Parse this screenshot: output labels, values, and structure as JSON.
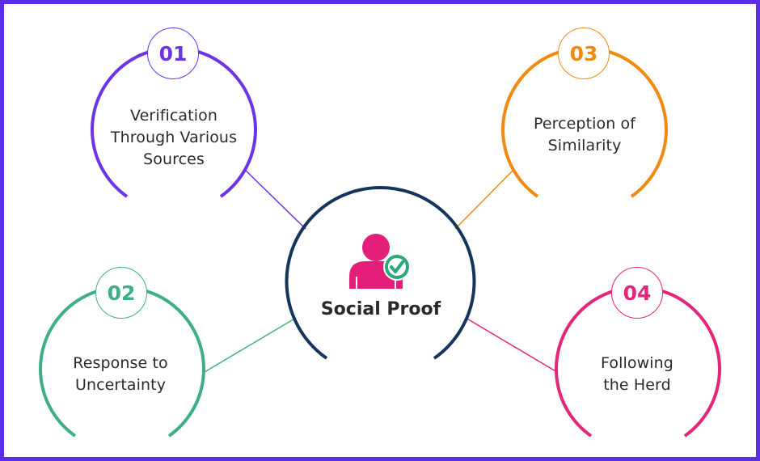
{
  "center": {
    "title": "Social Proof",
    "icon": "user-check-icon",
    "ring_color": "#14355c",
    "icon_color": "#e31f79",
    "check_color": "#2fa77a"
  },
  "items": [
    {
      "number": "01",
      "label": "Verification Through Various Sources",
      "color": "#6b34e4"
    },
    {
      "number": "02",
      "label": "Response to Uncertainty",
      "color": "#3fae86"
    },
    {
      "number": "03",
      "label": "Perception of Similarity",
      "color": "#f28a12"
    },
    {
      "number": "04",
      "label": "Following the Herd",
      "color": "#e3267a"
    }
  ],
  "frame_color": "#5b2ee6"
}
